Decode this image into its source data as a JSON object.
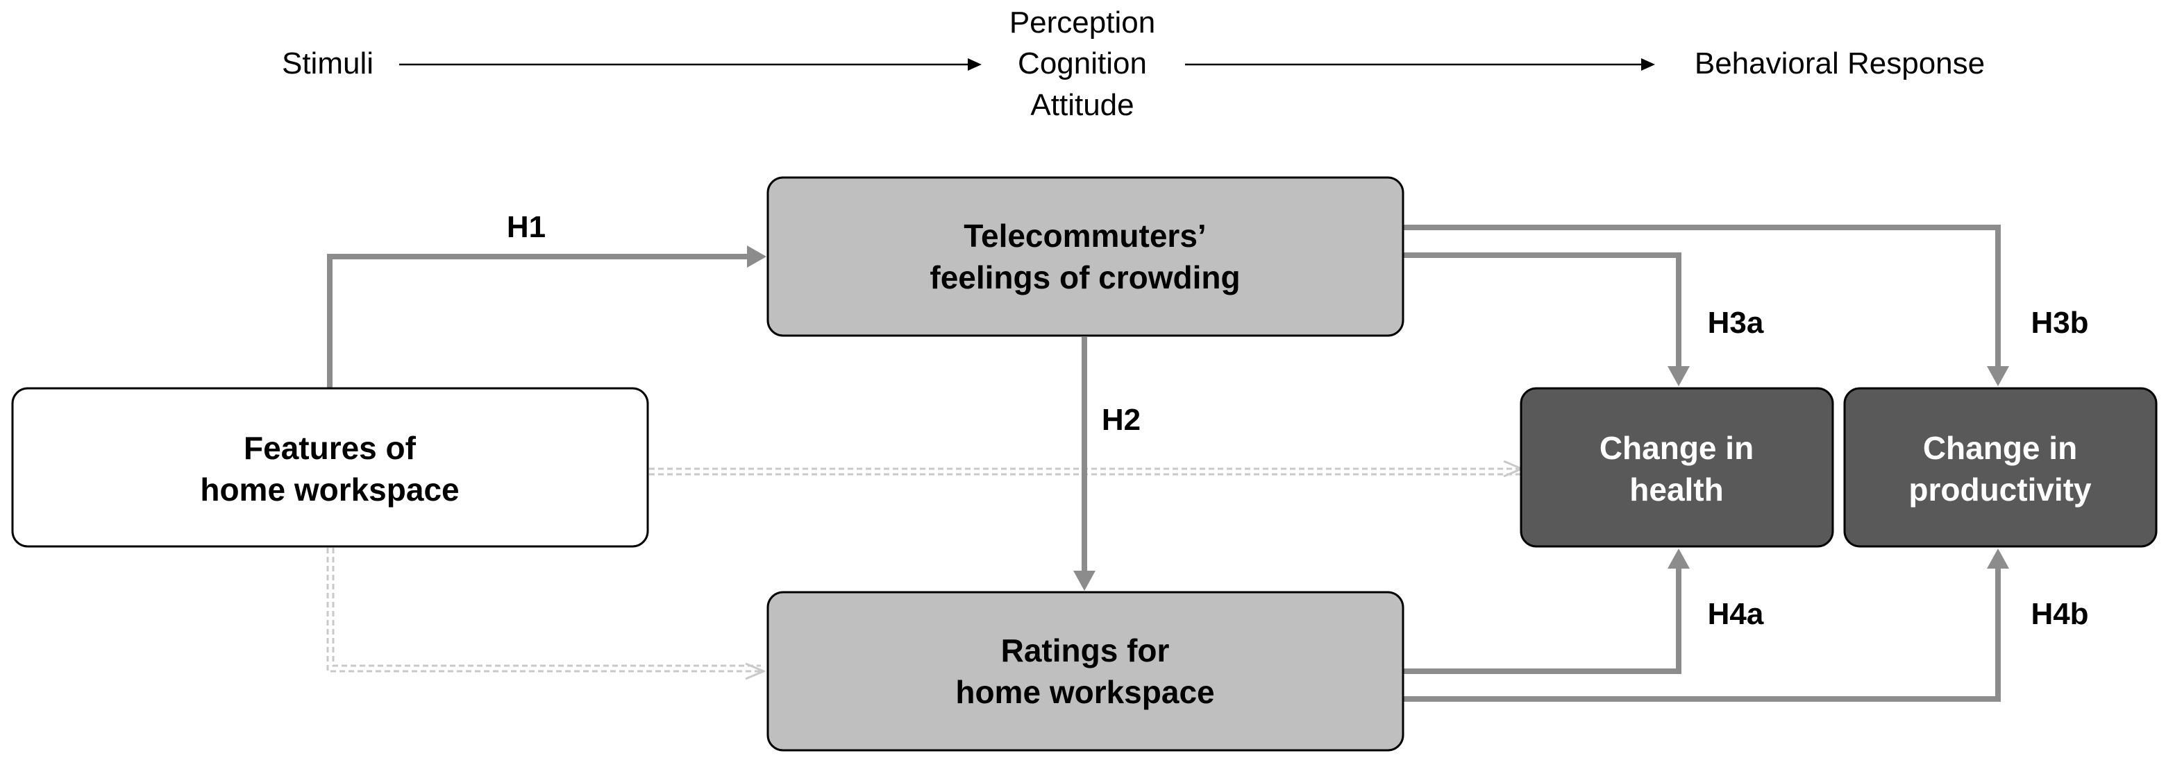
{
  "flow_header": {
    "stimuli": "Stimuli",
    "mediator_lines": [
      "Perception",
      "Cognition",
      "Attitude"
    ],
    "response": "Behavioral Response"
  },
  "boxes": {
    "features": {
      "lines": [
        "Features of",
        "home workspace"
      ]
    },
    "crowding": {
      "lines": [
        "Telecommuters’",
        "feelings of crowding"
      ]
    },
    "ratings": {
      "lines": [
        "Ratings for",
        "home workspace"
      ]
    },
    "health": {
      "lines": [
        "Change in",
        "health"
      ]
    },
    "productivity": {
      "lines": [
        "Change in",
        "productivity"
      ]
    }
  },
  "hypotheses": {
    "h1": "H1",
    "h2": "H2",
    "h3a": "H3a",
    "h3b": "H3b",
    "h4a": "H4a",
    "h4b": "H4b"
  },
  "colors": {
    "arrow_gray": "#8c8c8c",
    "dashed_gray": "#c9c9c9",
    "mid_box_fill": "#bfbfbf",
    "outcome_box_fill": "#595959",
    "features_box_fill": "#ffffff",
    "box_border": "#000000"
  }
}
